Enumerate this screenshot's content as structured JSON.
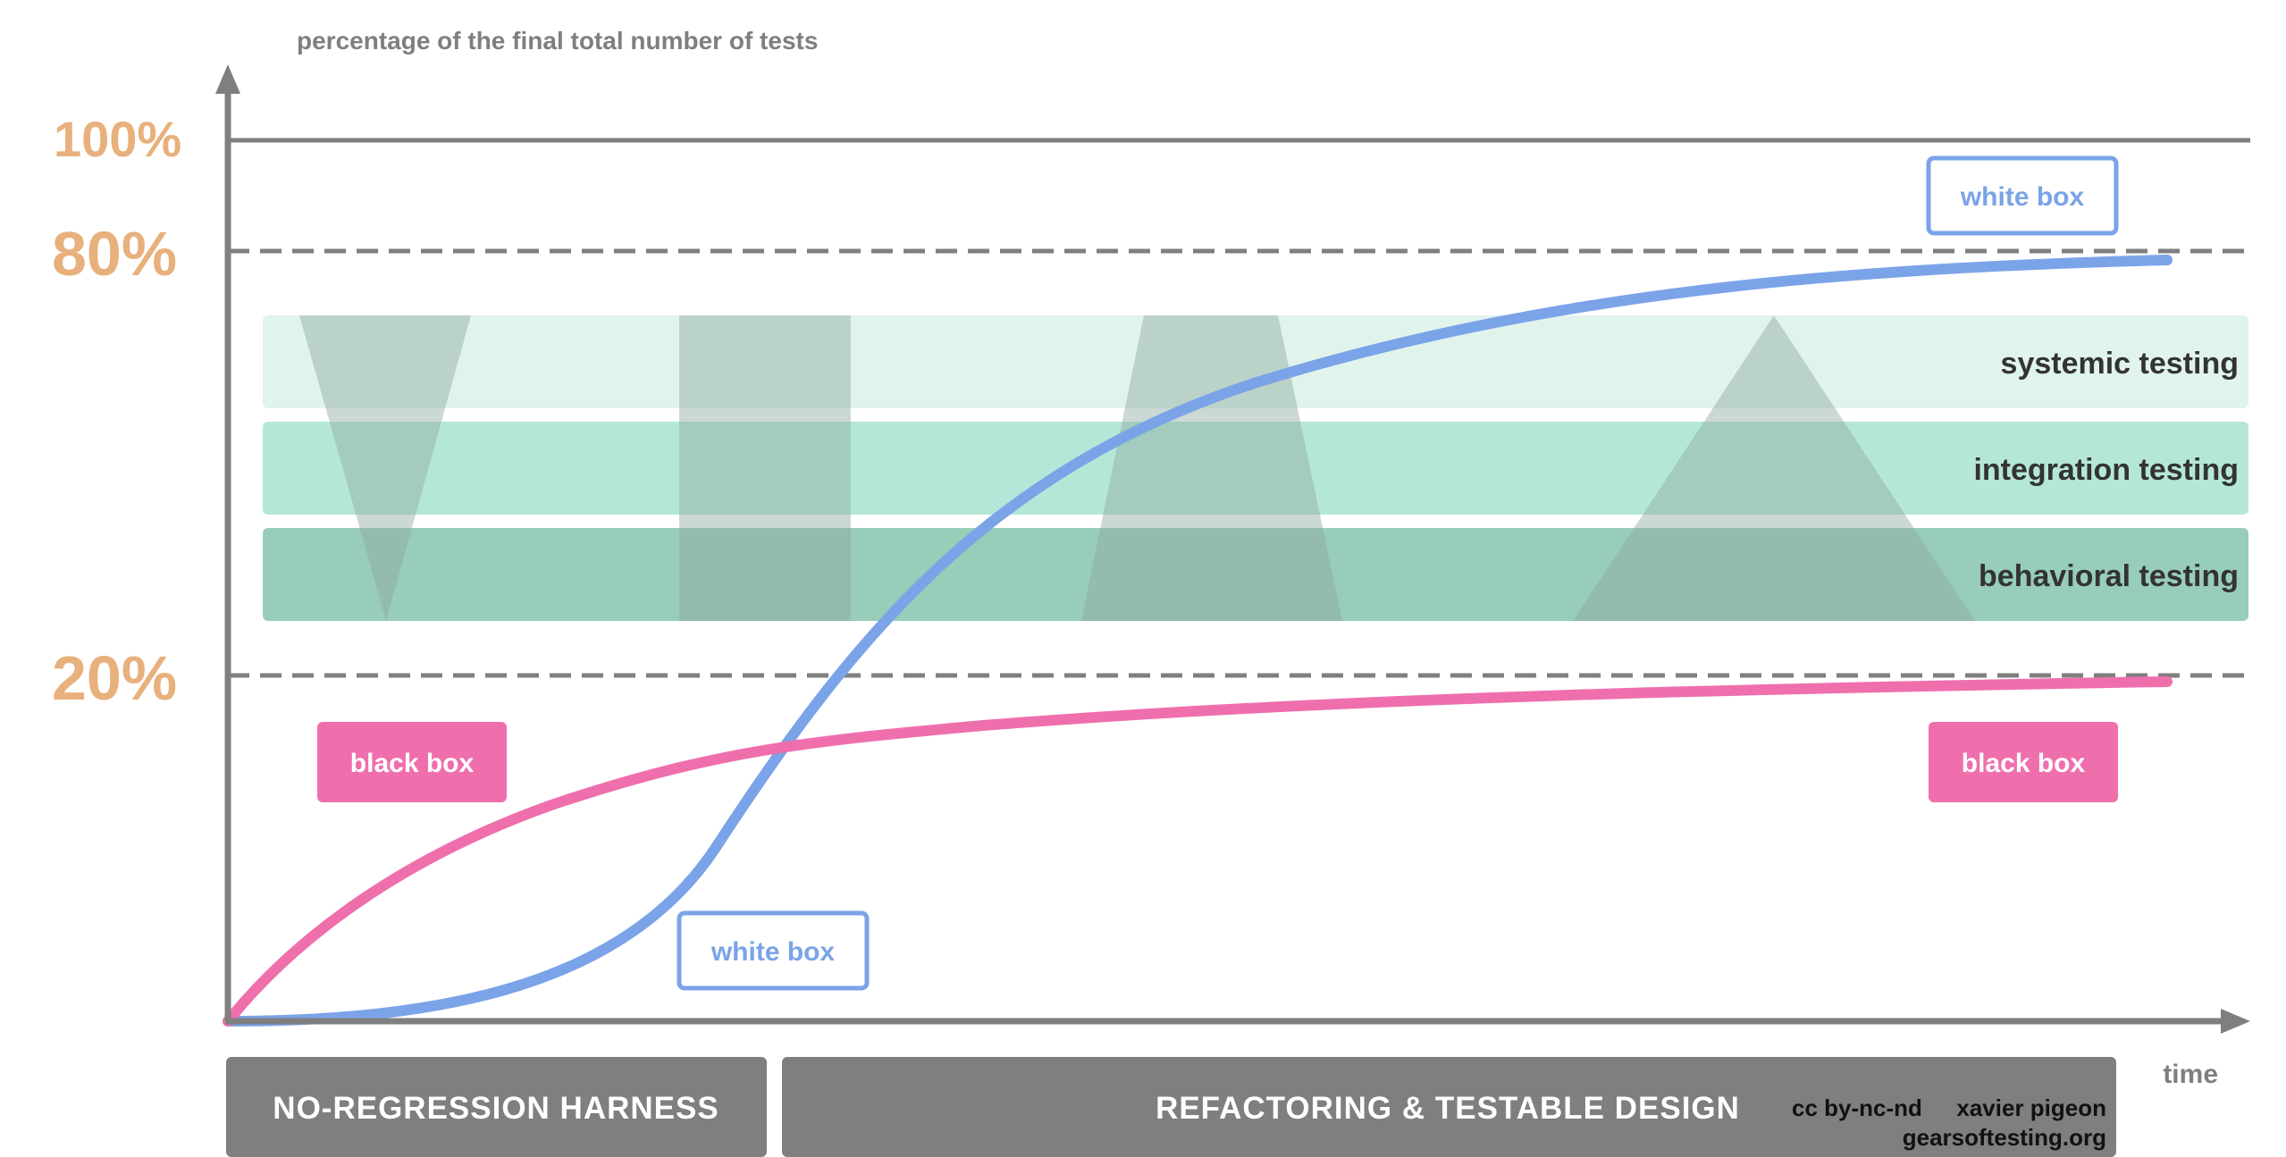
{
  "axis": {
    "y_title": "percentage of the final total number of tests",
    "x_title": "time"
  },
  "percent_marks": [
    {
      "label": "100%",
      "value": 100
    },
    {
      "label": "80%",
      "value": 80
    },
    {
      "label": "20%",
      "value": 20
    }
  ],
  "bands": [
    {
      "label": "systemic testing",
      "color": "#e0f4ec"
    },
    {
      "label": "integration testing",
      "color": "#b5e7d9"
    },
    {
      "label": "behavioral testing",
      "color": "#97cdb9"
    }
  ],
  "curves": [
    {
      "name": "white box",
      "color": "#7ba3e8",
      "final_percent": 80
    },
    {
      "name": "black box",
      "color": "#ef6fad",
      "final_percent": 20
    }
  ],
  "callouts": {
    "white_box_top": "white box",
    "white_box_bottom": "white box",
    "black_box_left": "black box",
    "black_box_right": "black box"
  },
  "phases": [
    {
      "label": "NO-REGRESSION  HARNESS"
    },
    {
      "label": "REFACTORING  &  TESTABLE  DESIGN"
    }
  ],
  "credit": {
    "license": "cc by-nc-nd",
    "author": "xavier pigeon",
    "site": "gearsoftesting.org"
  },
  "colors": {
    "axis": "#7f7f7f",
    "percent_text": "#e8b07c",
    "phase_bar": "#7f7f7f",
    "shape_overlay": "#8fa89d"
  }
}
